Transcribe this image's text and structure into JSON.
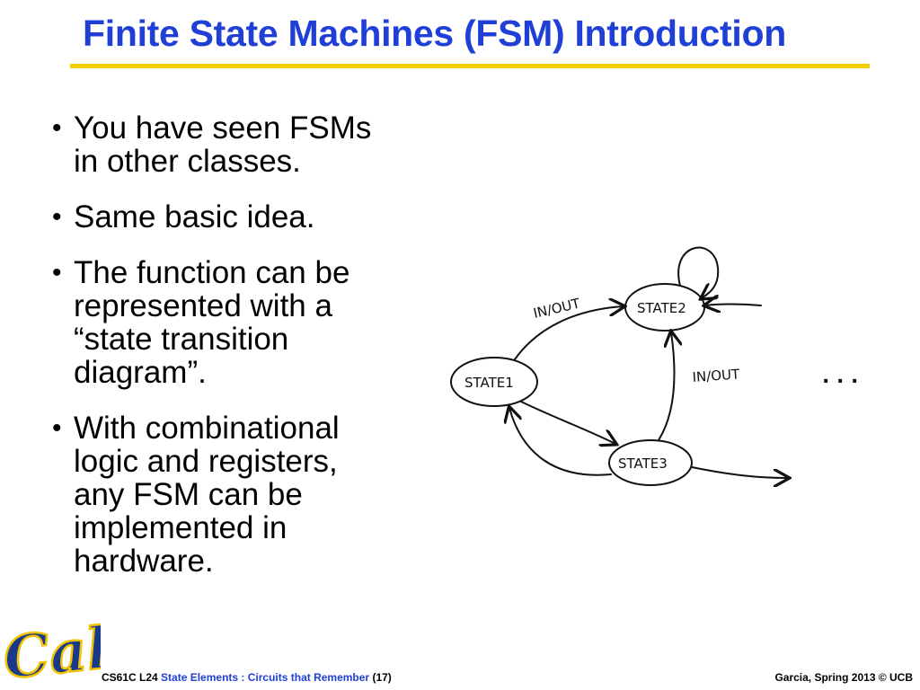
{
  "slide": {
    "title": "Finite State Machines (FSM) Introduction",
    "bullets": [
      {
        "line1": "You have seen FSMs",
        "line2": "in other classes."
      },
      {
        "line1": "Same basic idea."
      },
      {
        "line1": "The function can be",
        "line2": "represented with a",
        "line3": "“state transition",
        "line4": "diagram”."
      },
      {
        "line1": "With combinational",
        "line2": "logic and registers,",
        "line3": "any FSM can be",
        "line4": "implemented in",
        "line5": "hardware."
      }
    ],
    "bullet_glyph": "•"
  },
  "diagram": {
    "states": {
      "s1": "STATE1",
      "s2": "STATE2",
      "s3": "STATE3"
    },
    "edge_labels": {
      "s1_to_s2": "IN/OUT",
      "s3_to_s2": "IN/OUT"
    },
    "ellipsis": ". . ."
  },
  "footer": {
    "course": "CS61C L24 ",
    "lecture_title": "State Elements : Circuits that Remember",
    "page": " (17)",
    "credit": "Garcia, Spring 2013 © UCB"
  },
  "logo": {
    "text": "Cal",
    "colors": {
      "fill": "#173a8c",
      "outline": "#f2c200"
    }
  },
  "colors": {
    "title": "#1f3fd6",
    "rule": "#f5d000"
  }
}
